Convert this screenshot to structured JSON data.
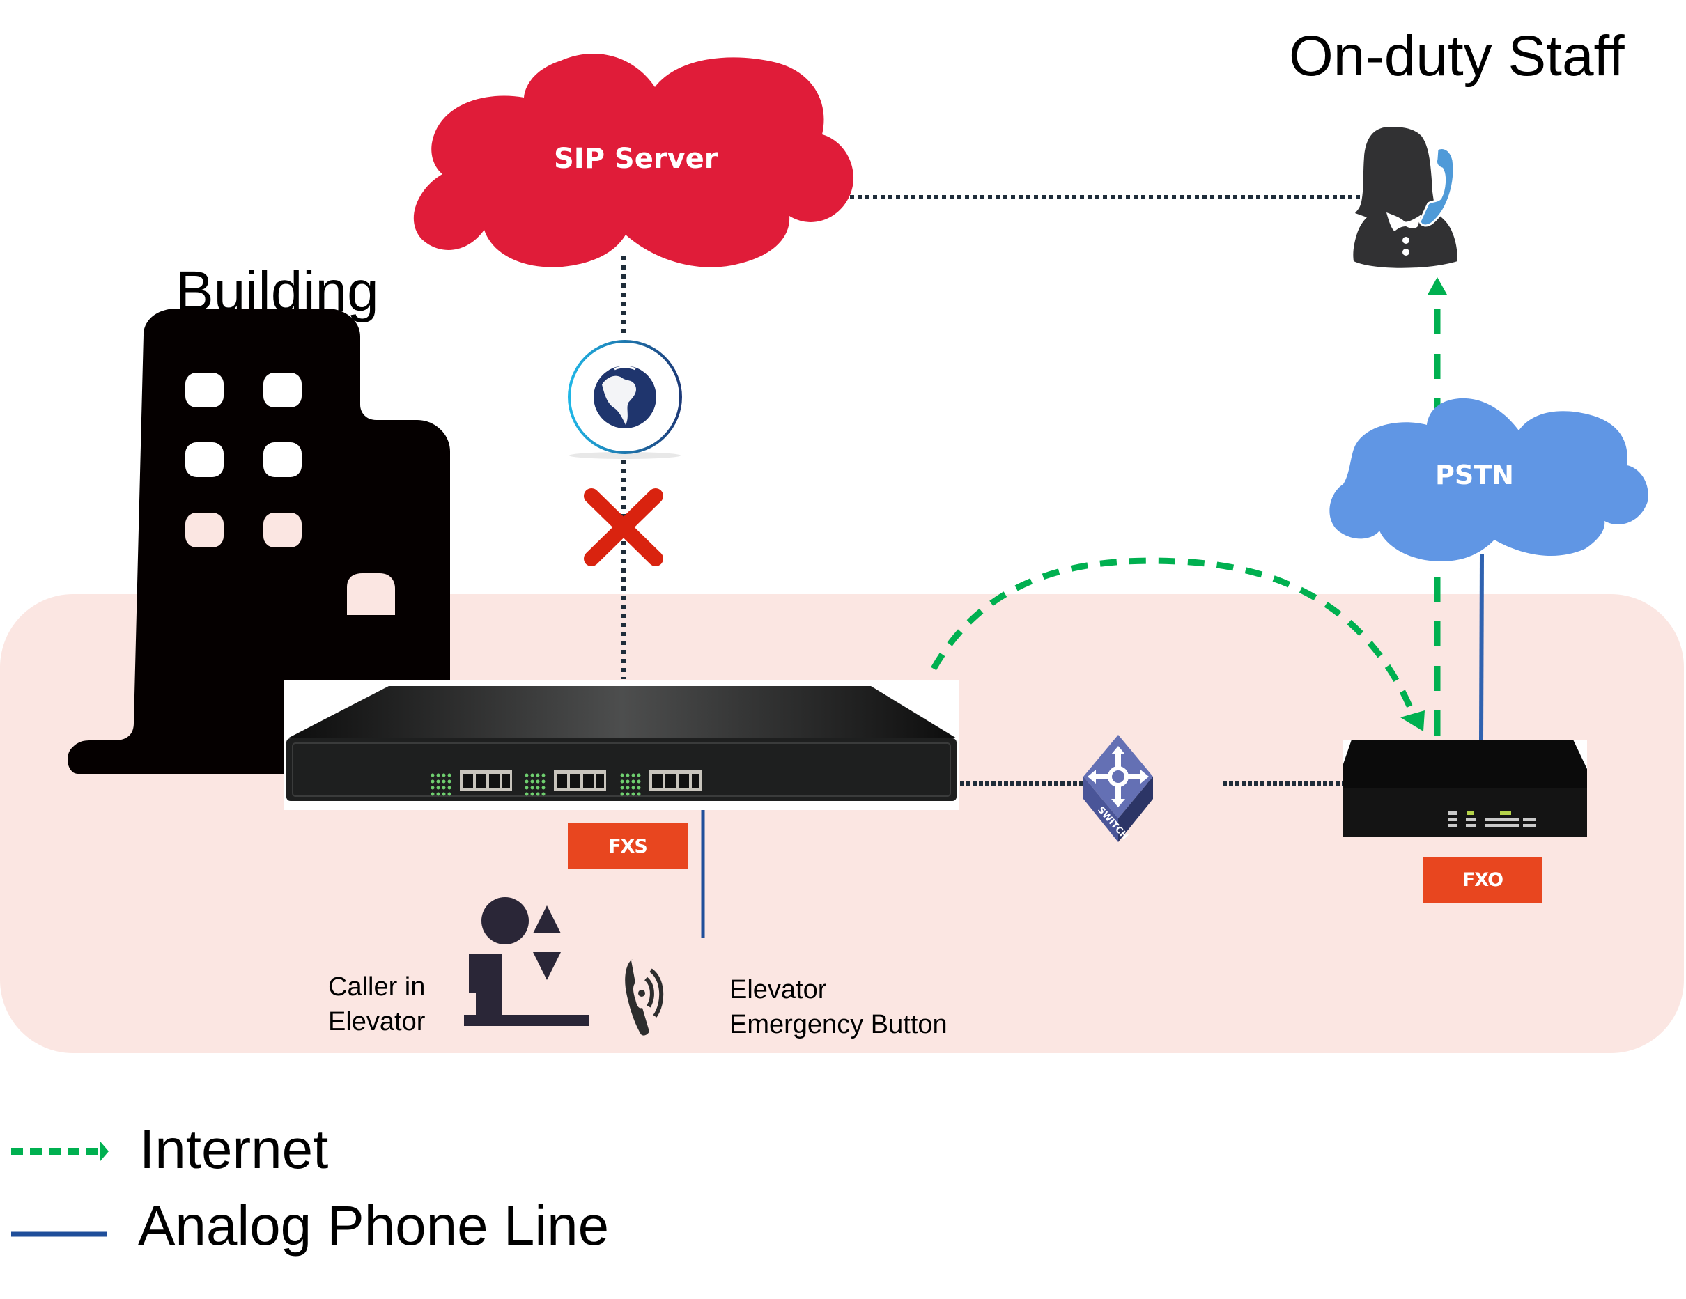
{
  "diagram": {
    "title_building": "Building",
    "title_staff": "On-duty Staff",
    "nodes": {
      "sip_server": {
        "label": "SIP Server",
        "color": "#e01c39"
      },
      "pstn": {
        "label": "PSTN",
        "color": "#6096e4"
      },
      "internet_globe": {
        "label": ""
      },
      "fxs_gateway": {
        "tag": "FXS"
      },
      "fxo_gateway": {
        "tag": "FXO"
      },
      "switch": {
        "label": "SWITCH",
        "color": "#5a66ab"
      },
      "caller": {
        "label_line1": "Caller in",
        "label_line2": "Elevator"
      },
      "emergency_button": {
        "label_line1": "Elevator",
        "label_line2": "Emergency Button"
      },
      "staff": {
        "phone_color": "#4f9ad8"
      }
    },
    "connections": [
      {
        "from": "SIP Server",
        "to": "On-duty Staff",
        "style": "dotted"
      },
      {
        "from": "SIP Server",
        "to": "FXS",
        "style": "dotted",
        "status": "broken"
      },
      {
        "from": "FXS",
        "to": "SWITCH",
        "style": "dotted"
      },
      {
        "from": "SWITCH",
        "to": "FXO",
        "style": "dotted"
      },
      {
        "from": "FXS",
        "to": "FXO",
        "style": "Internet",
        "direction": "arrow"
      },
      {
        "from": "FXO",
        "to": "On-duty Staff",
        "style": "Internet",
        "direction": "arrow"
      },
      {
        "from": "PSTN",
        "to": "FXO",
        "style": "Analog Phone Line"
      },
      {
        "from": "FXS",
        "to": "Elevator Emergency Button",
        "style": "Analog Phone Line"
      }
    ],
    "colors": {
      "internet": "#00b050",
      "analog": "#1f4e9a",
      "dotted": "#1f2d3a",
      "fail_x": "#d9230f",
      "tag": "#e8461f",
      "building_zone": "#fbe6e2"
    }
  },
  "legend": {
    "items": [
      {
        "label": "Internet",
        "style": "dashed-arrow",
        "color": "#00b050"
      },
      {
        "label": "Analog Phone Line",
        "style": "solid",
        "color": "#1f4e9a"
      }
    ]
  }
}
